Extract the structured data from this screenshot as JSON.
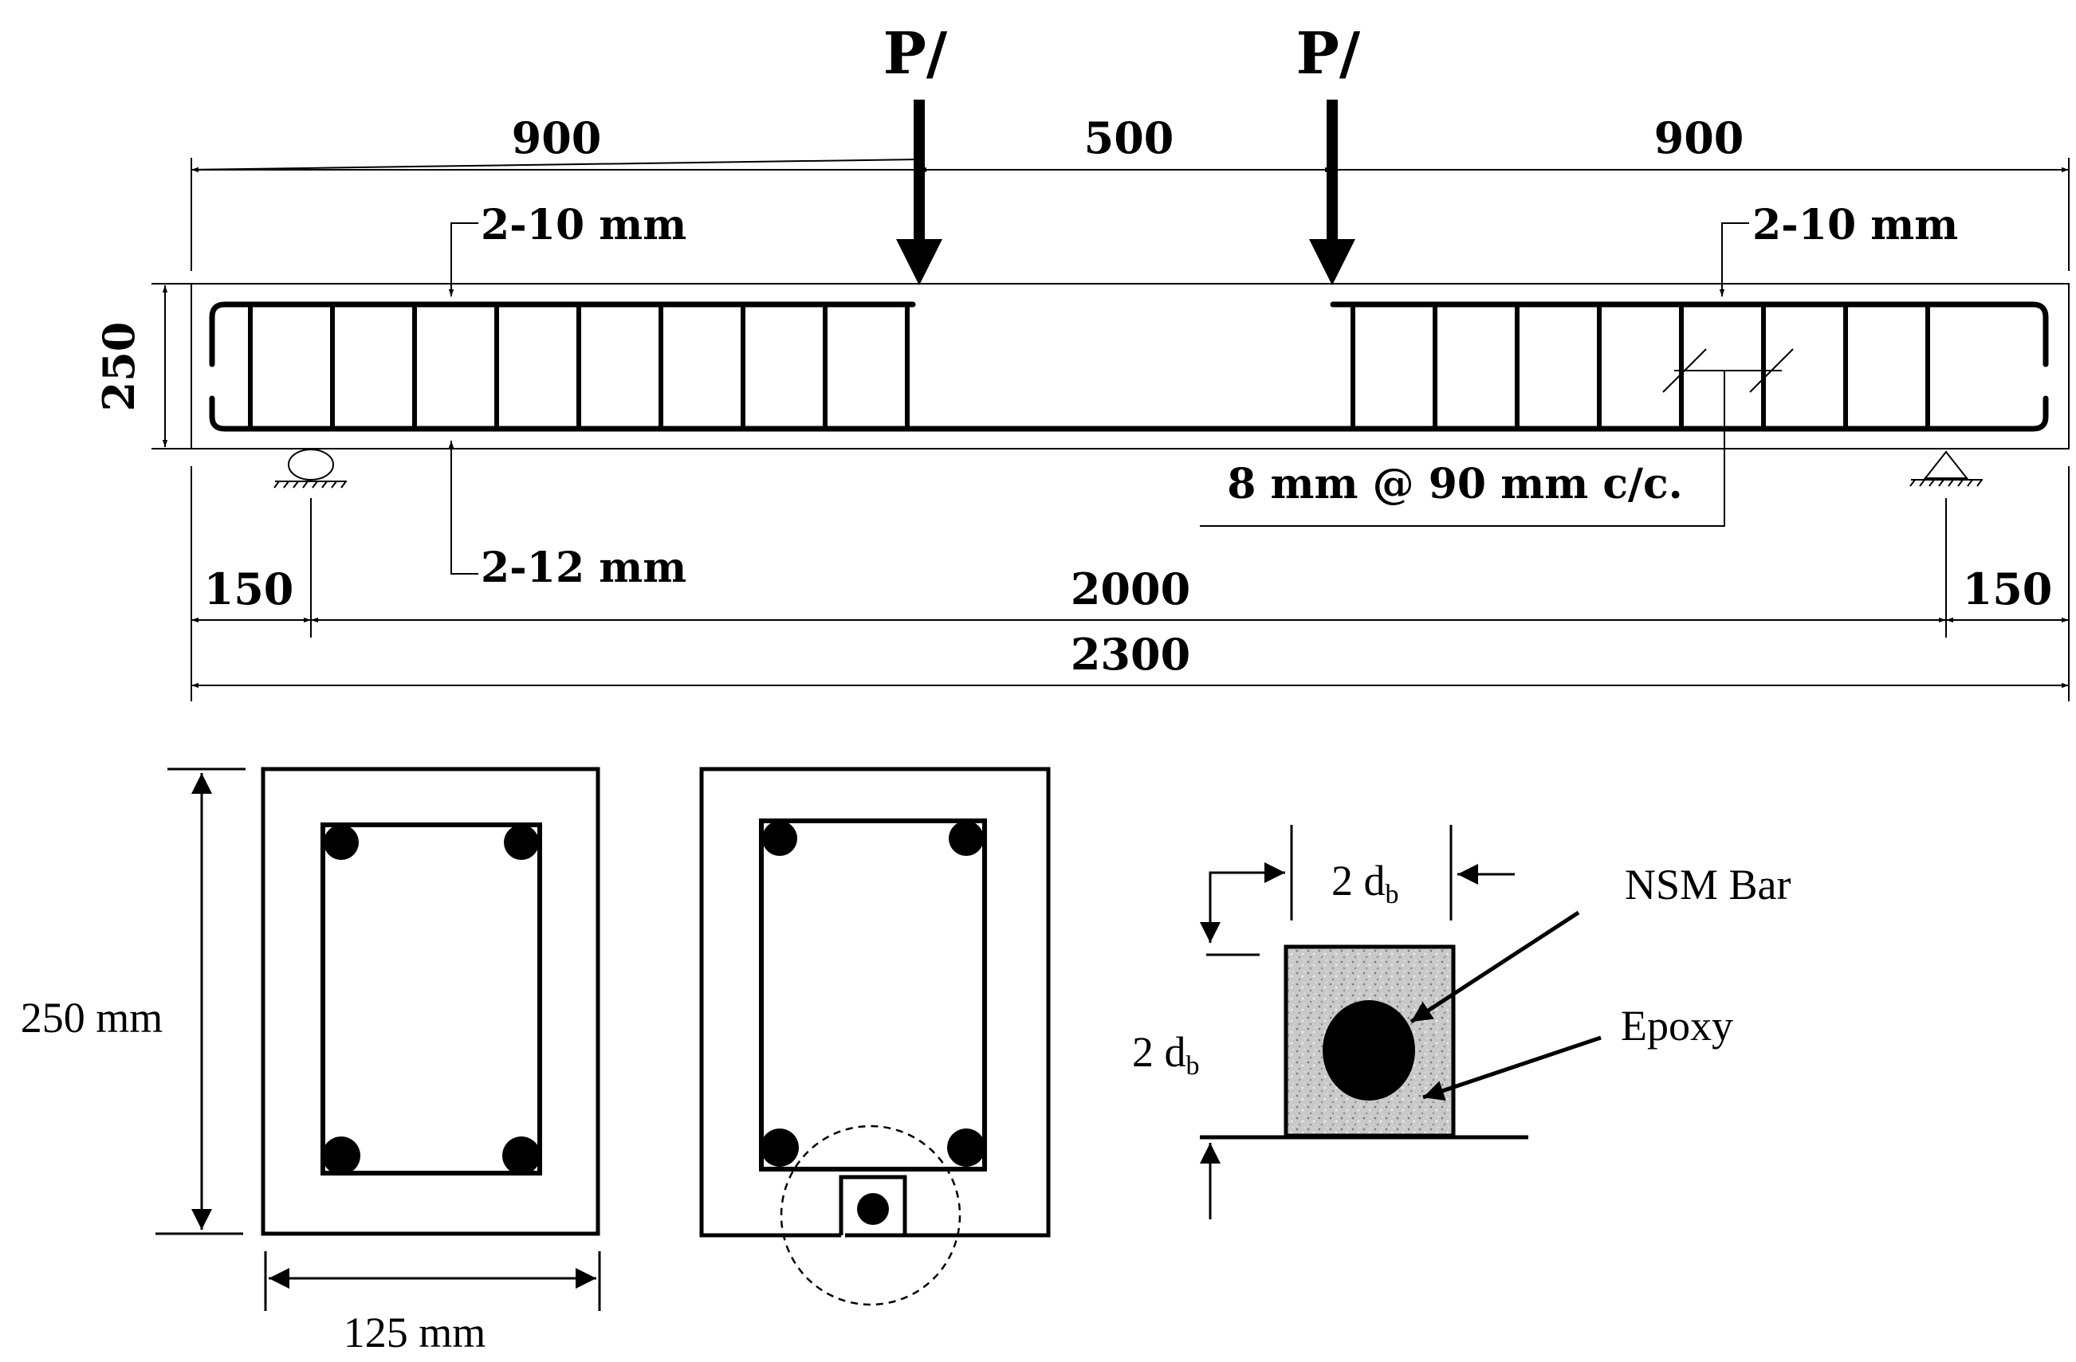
{
  "elevation": {
    "load_left": "P/",
    "load_right": "P/",
    "dim_shear_span_left": "900",
    "dim_constant_moment": "500",
    "dim_shear_span_right": "900",
    "dim_depth": "250",
    "top_bars_left": "2-10 mm",
    "top_bars_right": "2-10 mm",
    "bottom_bars": "2-12 mm",
    "stirrups": "8 mm @ 90 mm c/c.",
    "dim_overhang_left": "150",
    "dim_clear_span": "2000",
    "dim_overhang_right": "150",
    "dim_total_length": "2300"
  },
  "cross_section": {
    "height_label": "250 mm",
    "width_label": "125 mm"
  },
  "nsm_detail": {
    "groove_width_num": "2 d",
    "groove_width_sub": "b",
    "groove_depth_num": "2 d",
    "groove_depth_sub": "b",
    "bar_label": "NSM Bar",
    "epoxy_label": "Epoxy"
  },
  "colors": {
    "line": "#000000",
    "epoxy_fill": "#c9c9c9",
    "background": "#ffffff"
  }
}
